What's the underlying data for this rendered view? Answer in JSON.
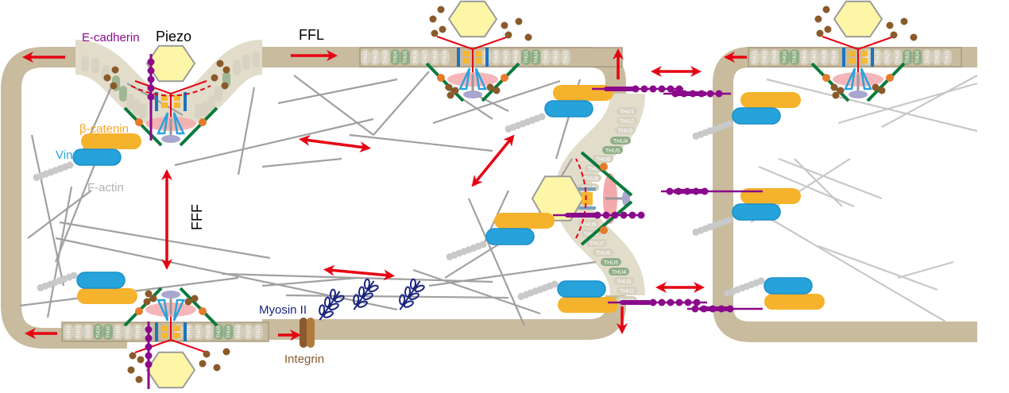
{
  "colors": {
    "membrane": "#c8bb9e",
    "membrane_light": "#e2dccb",
    "thu_pill": "#d6d0c0",
    "thu_pill_green": "#8fae86",
    "thu_text": "#ffffff",
    "force_arrow": "#e60012",
    "actin": "#a0a0a0",
    "actin_light": "#c8c8c8",
    "f_actin": "#c9c9c9",
    "cadherin": "#8b0a8b",
    "beta_catenin": "#f5b22c",
    "vinculin": "#27a3dc",
    "piezo_fill": "#fdf6a6",
    "piezo_stroke": "#9a9a9a",
    "dots": "#8a5a2a",
    "green_bar": "#0a7a3c",
    "orange_node": "#e57c2b",
    "myosin": "#1a237e",
    "integrin_dark": "#8a5a2e",
    "integrin_light": "#b07c3e",
    "label_black": "#000000",
    "label_cadherin": "#8b0a8b",
    "label_catenin": "#f5a623",
    "label_vinculin": "#27a3dc",
    "label_factin": "#b0b0b0",
    "label_myosin": "#1a237e",
    "label_integrin": "#8a5a2e"
  },
  "labels": {
    "e_cadherin": "E-cadherin",
    "piezo": "Piezo",
    "ffl": "FFL",
    "fff": "FFF",
    "beta_catenin": "β-catenin",
    "vinculin": "Vinculin",
    "f_actin": "F-actin",
    "myosin": "Myosin II",
    "integrin": "Integrin"
  },
  "thu_domains": {
    "left_to_right": [
      "THU1",
      "THU2",
      "THU3",
      "THU4",
      "THU5",
      "THU6",
      "THU7",
      "THU8",
      "THU9"
    ],
    "right_to_left": [
      "THU9",
      "THU8",
      "THU7",
      "THU6",
      "THU5",
      "THU4",
      "THU3",
      "THU2",
      "THU1"
    ],
    "green_domains": [
      "THU4",
      "THU5"
    ]
  },
  "force_arrows": [
    {
      "name": "top-left-membrane",
      "type": "single",
      "direction": "left"
    },
    {
      "name": "ffl",
      "type": "single",
      "direction": "right"
    },
    {
      "name": "top-right-membrane-up",
      "type": "single",
      "direction": "up"
    },
    {
      "name": "fff",
      "type": "double",
      "direction": "vertical"
    },
    {
      "name": "center",
      "type": "double",
      "direction": "horizontal"
    },
    {
      "name": "diagonal",
      "type": "double",
      "direction": "diagonal"
    },
    {
      "name": "bottom-center",
      "type": "double",
      "direction": "horizontal"
    },
    {
      "name": "bottom-left",
      "type": "single",
      "direction": "left"
    },
    {
      "name": "bottom-integrin",
      "type": "single",
      "direction": "right"
    },
    {
      "name": "bottom-right-down",
      "type": "single",
      "direction": "down"
    },
    {
      "name": "intercell-top",
      "type": "double",
      "direction": "horizontal"
    },
    {
      "name": "intercell-bottom",
      "type": "double",
      "direction": "horizontal"
    },
    {
      "name": "right-cell-top-left",
      "type": "single",
      "direction": "left"
    }
  ]
}
